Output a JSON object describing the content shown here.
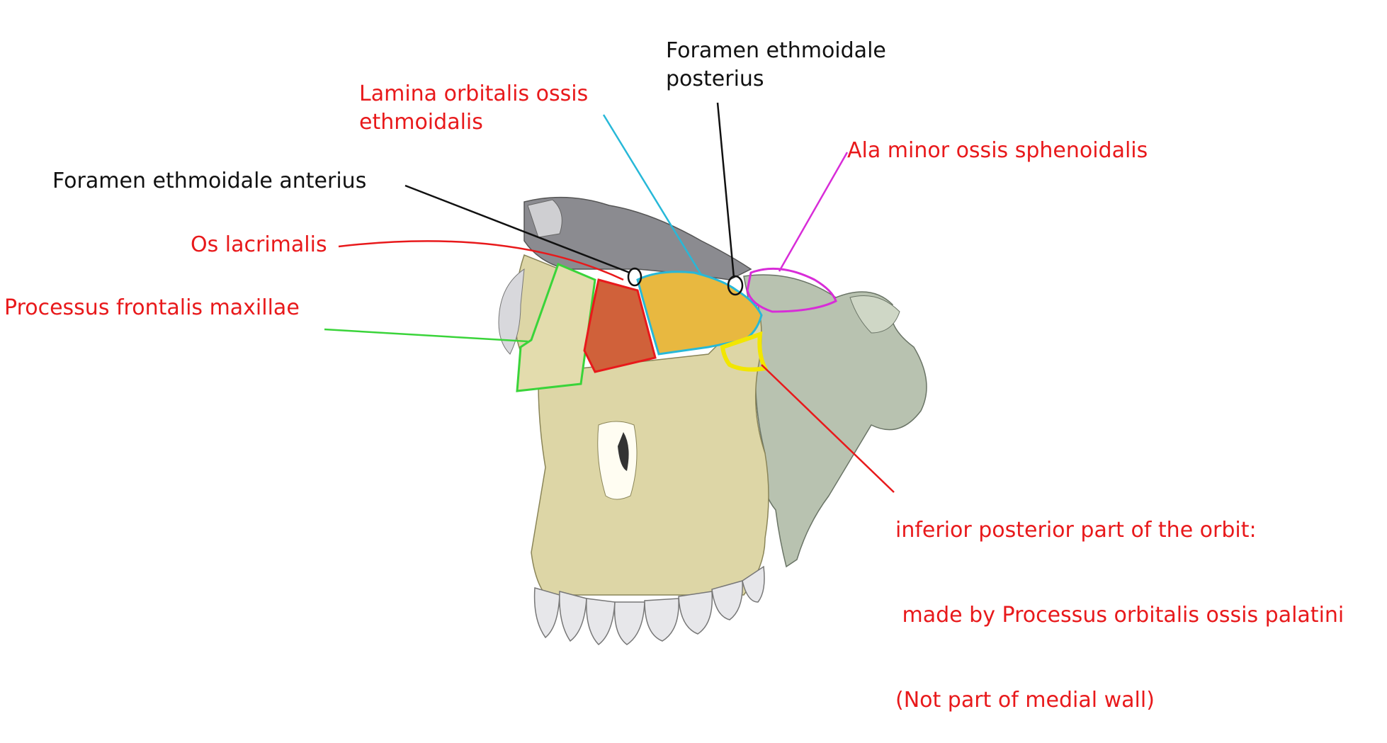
{
  "labels": {
    "foramen_posterius": [
      "Foramen ethmoidale",
      "posterius"
    ],
    "lamina_orbitalis": [
      "Lamina orbitalis ossis",
      "ethmoidalis"
    ],
    "ala_minor": "Ala minor ossis sphenoidalis",
    "foramen_anterius": "Foramen ethmoidale anterius",
    "os_lacrimalis": "Os lacrimalis",
    "processus_frontalis": "Processus frontalis maxillae",
    "inferior_posterior": [
      "inferior posterior part of the orbit:",
      " made by Processus orbitalis ossis palatini",
      "(Not part of medial wall)"
    ]
  },
  "colors": {
    "label_red": "#e8191b",
    "label_black": "#111111",
    "ethmoid_outline": "#27b8d8",
    "ethmoid_fill": "#e8b840",
    "lacrimal_fill": "#d0613a",
    "lacrimal_outline": "#e8191b",
    "maxilla_outline": "#3ad43a",
    "sphenoid_outline": "#d82cd8",
    "palatine_outline": "#f2e600",
    "bone": "#ddd6a6",
    "sphenoid_bone": "#b8c2b0"
  }
}
